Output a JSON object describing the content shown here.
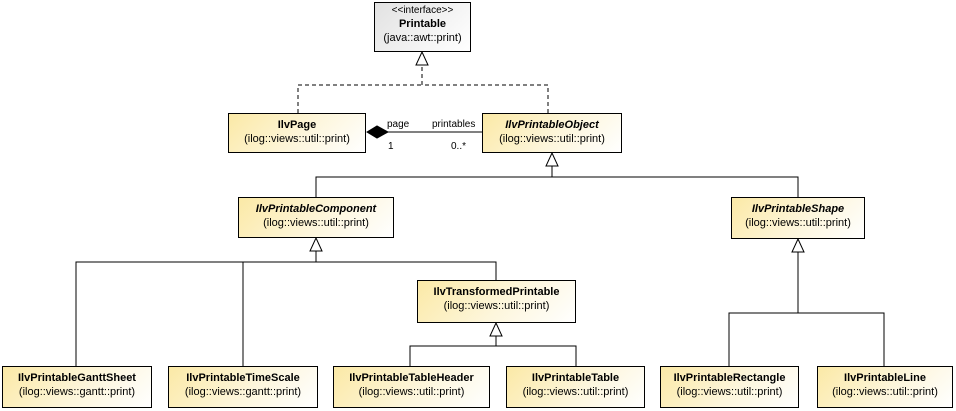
{
  "classes": {
    "printable": {
      "stereotype": "<<interface>>",
      "name": "Printable",
      "package": "(java::awt::print)"
    },
    "page": {
      "name": "IlvPage",
      "package": "(ilog::views::util::print)"
    },
    "printable_object": {
      "name": "IlvPrintableObject",
      "package": "(ilog::views::util::print)"
    },
    "printable_component": {
      "name": "IlvPrintableComponent",
      "package": "(ilog::views::util::print)"
    },
    "printable_shape": {
      "name": "IlvPrintableShape",
      "package": "(ilog::views::util::print)"
    },
    "transformed_printable": {
      "name": "IlvTransformedPrintable",
      "package": "(ilog::views::util::print)"
    },
    "gantt_sheet": {
      "name": "IlvPrintableGanttSheet",
      "package": "(ilog::views::gantt::print)"
    },
    "time_scale": {
      "name": "IlvPrintableTimeScale",
      "package": "(ilog::views::gantt::print)"
    },
    "table_header": {
      "name": "IlvPrintableTableHeader",
      "package": "(ilog::views::util::print)"
    },
    "table": {
      "name": "IlvPrintableTable",
      "package": "(ilog::views::util::print)"
    },
    "rectangle": {
      "name": "IlvPrintableRectangle",
      "package": "(ilog::views::util::print)"
    },
    "line": {
      "name": "IlvPrintableLine",
      "package": "(ilog::views::util::print)"
    }
  },
  "association": {
    "page_role": "page",
    "page_multiplicity": "1",
    "printables_role": "printables",
    "printables_multiplicity": "0..*"
  }
}
